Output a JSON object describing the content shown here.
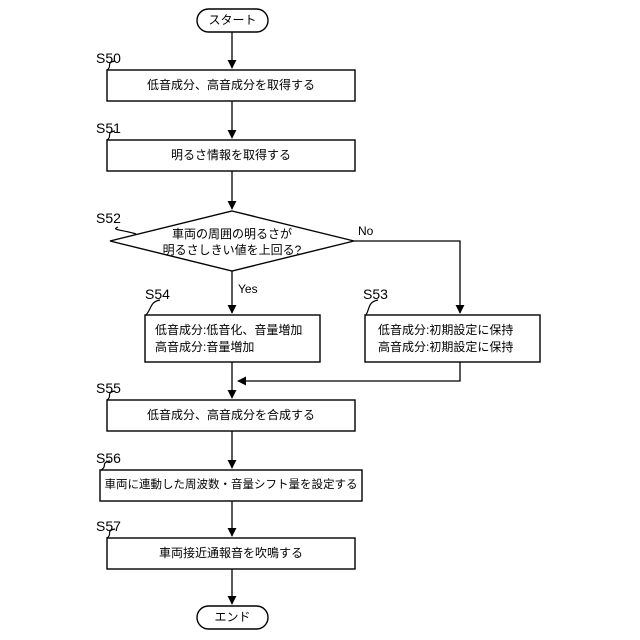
{
  "flowchart": {
    "start": "スタート",
    "end": "エンド",
    "yes": "Yes",
    "no": "No",
    "s50": {
      "label": "S50",
      "text": "低音成分、高音成分を取得する"
    },
    "s51": {
      "label": "S51",
      "text": "明るさ情報を取得する"
    },
    "s52": {
      "label": "S52",
      "line1": "車両の周囲の明るさが",
      "line2": "明るさしきい値を上回る?"
    },
    "s53": {
      "label": "S53",
      "line1": "低音成分:初期設定に保持",
      "line2": "高音成分:初期設定に保持"
    },
    "s54": {
      "label": "S54",
      "line1": "低音成分:低音化、音量増加",
      "line2": "高音成分:音量増加"
    },
    "s55": {
      "label": "S55",
      "text": "低音成分、高音成分を合成する"
    },
    "s56": {
      "label": "S56",
      "text": "車両に連動した周波数・音量シフト量を設定する"
    },
    "s57": {
      "label": "S57",
      "text": "車両接近通報音を吹鳴する"
    }
  }
}
